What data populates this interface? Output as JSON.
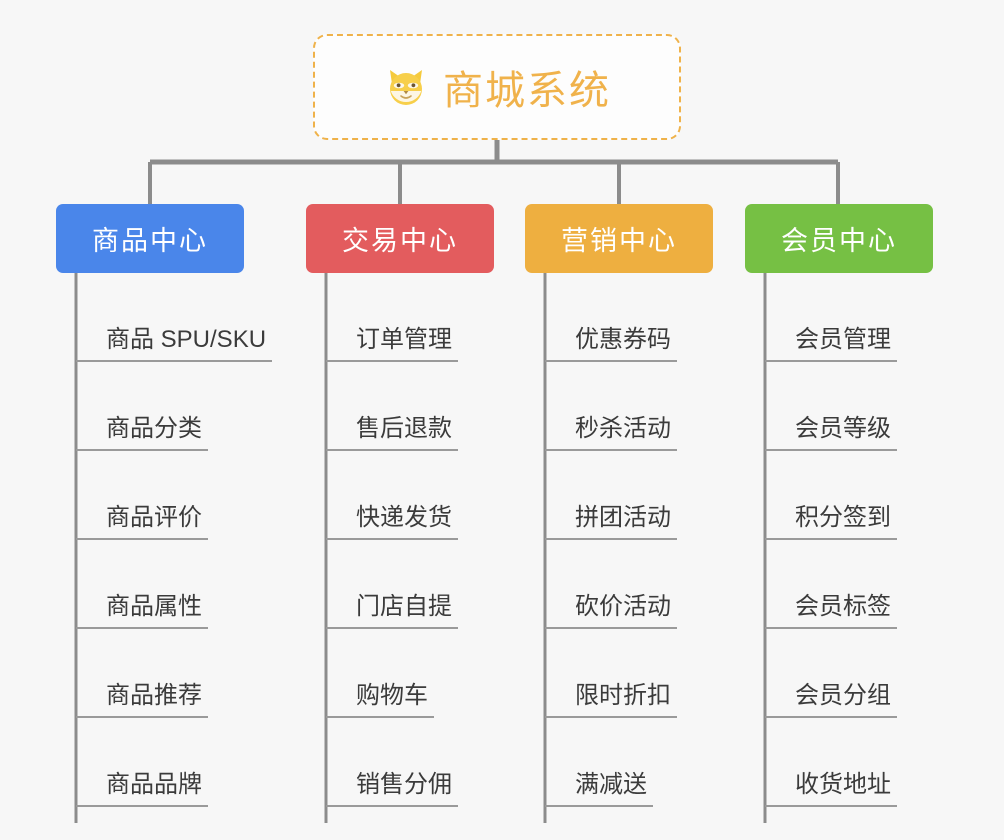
{
  "diagram": {
    "type": "mindmap",
    "background_color": "#f7f7f7",
    "root": {
      "title": "商城系统",
      "icon": "shiba-dog-face-icon",
      "border_color": "#efb24a",
      "text_color": "#f0b24b"
    },
    "branches": [
      {
        "id": "products",
        "label": "商品中心",
        "color": "#4a86ea",
        "items": [
          "商品 SPU/SKU",
          "商品分类",
          "商品评价",
          "商品属性",
          "商品推荐",
          "商品品牌"
        ]
      },
      {
        "id": "trade",
        "label": "交易中心",
        "color": "#e35c5e",
        "items": [
          "订单管理",
          "售后退款",
          "快递发货",
          "门店自提",
          "购物车",
          "销售分佣"
        ]
      },
      {
        "id": "marketing",
        "label": "营销中心",
        "color": "#eeaf40",
        "items": [
          "优惠券码",
          "秒杀活动",
          "拼团活动",
          "砍价活动",
          "限时折扣",
          "满减送"
        ]
      },
      {
        "id": "member",
        "label": "会员中心",
        "color": "#76c044",
        "items": [
          "会员管理",
          "会员等级",
          "积分签到",
          "会员标签",
          "会员分组",
          "收货地址"
        ]
      }
    ]
  }
}
